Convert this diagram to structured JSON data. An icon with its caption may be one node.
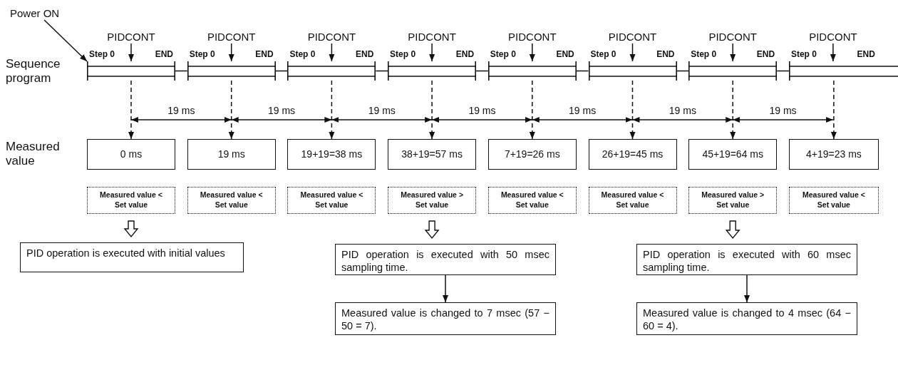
{
  "diagram": {
    "nodes": [
      {
        "text": [
          "Power ON"
        ]
      },
      {
        "text": [
          "PIDCONT"
        ]
      },
      {
        "text": [
          "PIDCONT"
        ]
      },
      {
        "text": [
          "PIDCONT"
        ]
      },
      {
        "text": [
          "PIDCONT"
        ]
      },
      {
        "text": [
          "PIDCONT"
        ]
      },
      {
        "text": [
          "PIDCONT"
        ]
      },
      {
        "text": [
          "PIDCONT"
        ]
      },
      {
        "text": [
          "PIDCONT"
        ]
      },
      {
        "text": [],
        "shape": "bar",
        "beside": [
          "Step 0",
          "END"
        ]
      },
      {
        "text": [],
        "shape": "bar",
        "beside": [
          "Step 0",
          "END"
        ]
      },
      {
        "text": [],
        "shape": "bar",
        "beside": [
          "Step 0",
          "END"
        ]
      },
      {
        "text": [],
        "shape": "bar",
        "beside": [
          "Step 0",
          "END"
        ]
      },
      {
        "text": [],
        "shape": "bar",
        "beside": [
          "Step 0",
          "END"
        ]
      },
      {
        "text": [],
        "shape": "bar",
        "beside": [
          "Step 0",
          "END"
        ]
      },
      {
        "text": [],
        "shape": "bar",
        "beside": [
          "Step 0",
          "END"
        ]
      },
      {
        "text": [],
        "shape": "bar",
        "beside": [
          "Step 0",
          "END"
        ]
      },
      {
        "text": [
          "0 ms"
        ]
      },
      {
        "text": [
          "19 ms"
        ]
      },
      {
        "text": [
          "19+19=38 ms"
        ]
      },
      {
        "text": [
          "38+19=57 ms"
        ]
      },
      {
        "text": [
          "7+19=26 ms"
        ]
      },
      {
        "text": [
          "26+19=45 ms"
        ]
      },
      {
        "text": [
          "45+19=64 ms"
        ]
      },
      {
        "text": [
          "4+19=23 ms"
        ]
      },
      {
        "text": [
          "Measured value < Set value"
        ]
      },
      {
        "text": [
          "Measured value < Set value"
        ]
      },
      {
        "text": [
          "Measured value < Set value"
        ]
      },
      {
        "text": [
          "Measured value > Set value"
        ]
      },
      {
        "text": [
          "Measured value < Set value"
        ]
      },
      {
        "text": [
          "Measured value < Set value"
        ]
      },
      {
        "text": [
          "Measured value > Set value"
        ]
      },
      {
        "text": [
          "Measured value < Set value"
        ]
      },
      {
        "text": [
          "PID operation is executed with initial values"
        ]
      },
      {
        "text": [
          "PID operation is executed with 50 msec sampling time."
        ]
      },
      {
        "text": [
          "Measured value is changed to 7 msec (57 − 50 = 7)."
        ]
      },
      {
        "text": [
          "PID operation is executed with 60 msec sampling time."
        ]
      },
      {
        "text": [
          "Measured value is changed to 4 msec (64 − 60 = 4)."
        ]
      }
    ],
    "edges": [
      {
        "from": 0,
        "to": 9,
        "arrow": "to"
      },
      {
        "from": 1,
        "to": 9,
        "arrow": "to"
      },
      {
        "from": 2,
        "to": 10,
        "arrow": "to"
      },
      {
        "from": 3,
        "to": 11,
        "arrow": "to"
      },
      {
        "from": 4,
        "to": 12,
        "arrow": "to"
      },
      {
        "from": 5,
        "to": 13,
        "arrow": "to"
      },
      {
        "from": 6,
        "to": 14,
        "arrow": "to"
      },
      {
        "from": 7,
        "to": 15,
        "arrow": "to"
      },
      {
        "from": 8,
        "to": 16,
        "arrow": "to"
      },
      {
        "from": 9,
        "to": 10,
        "arrow": "none"
      },
      {
        "from": 10,
        "to": 11,
        "arrow": "none"
      },
      {
        "from": 11,
        "to": 12,
        "arrow": "none"
      },
      {
        "from": 12,
        "to": 13,
        "arrow": "none"
      },
      {
        "from": 13,
        "to": 14,
        "arrow": "none"
      },
      {
        "from": 14,
        "to": 15,
        "arrow": "none"
      },
      {
        "from": 15,
        "to": 16,
        "arrow": "none"
      },
      {
        "from": 9,
        "to": 17,
        "arrow": "to",
        "style": "dashed"
      },
      {
        "from": 10,
        "to": 18,
        "arrow": "to",
        "style": "dashed"
      },
      {
        "from": 11,
        "to": 19,
        "arrow": "to",
        "style": "dashed"
      },
      {
        "from": 12,
        "to": 20,
        "arrow": "to",
        "style": "dashed"
      },
      {
        "from": 13,
        "to": 21,
        "arrow": "to",
        "style": "dashed"
      },
      {
        "from": 14,
        "to": 22,
        "arrow": "to",
        "style": "dashed"
      },
      {
        "from": 15,
        "to": 23,
        "arrow": "to",
        "style": "dashed"
      },
      {
        "from": 16,
        "to": 24,
        "arrow": "to",
        "style": "dashed"
      },
      {
        "from": 25,
        "to": 33,
        "arrow": "to"
      },
      {
        "from": 28,
        "to": 34,
        "arrow": "to"
      },
      {
        "from": 31,
        "to": 36,
        "arrow": "to"
      },
      {
        "from": 34,
        "to": 35,
        "arrow": "to"
      },
      {
        "from": 36,
        "to": 37,
        "arrow": "to"
      }
    ],
    "labels": [
      "Sequence program",
      "Measured value",
      "19 ms",
      "19 ms",
      "19 ms",
      "19 ms",
      "19 ms",
      "19 ms",
      "19 ms"
    ]
  }
}
